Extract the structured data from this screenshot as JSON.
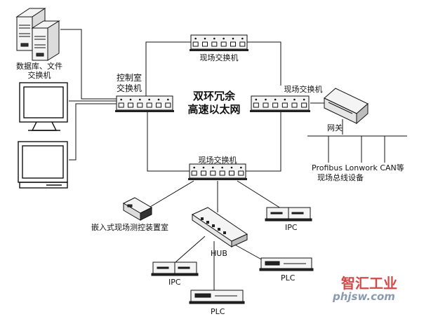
{
  "labels": {
    "db_file_switch": "数据库、文件\n交换机",
    "control_room_switch": "控制室\n交换机",
    "ring_title": "双环冗余\n高速以太网",
    "field_switch_top": "现场交换机",
    "field_switch_right": "现场交换机",
    "field_switch_bottom": "现场交换机",
    "gateway": "网关",
    "fieldbus_protocols": "Profibus Lonwork CAN等",
    "fieldbus_devices": "现场总线设备",
    "embedded_device": "嵌入式现场测控装置室",
    "hub": "HUB",
    "ipc_right": "IPC",
    "ipc_left": "IPC",
    "plc_right": "PLC",
    "plc_bottom": "PLC"
  },
  "watermark": {
    "line1": "智汇工业",
    "line2": "phjsw.com",
    "color": "#d14a4a",
    "color2": "#8a9bb0"
  },
  "colors": {
    "line": "#111111",
    "device_fill": "#f4f4f4",
    "device_dark": "#222222"
  }
}
